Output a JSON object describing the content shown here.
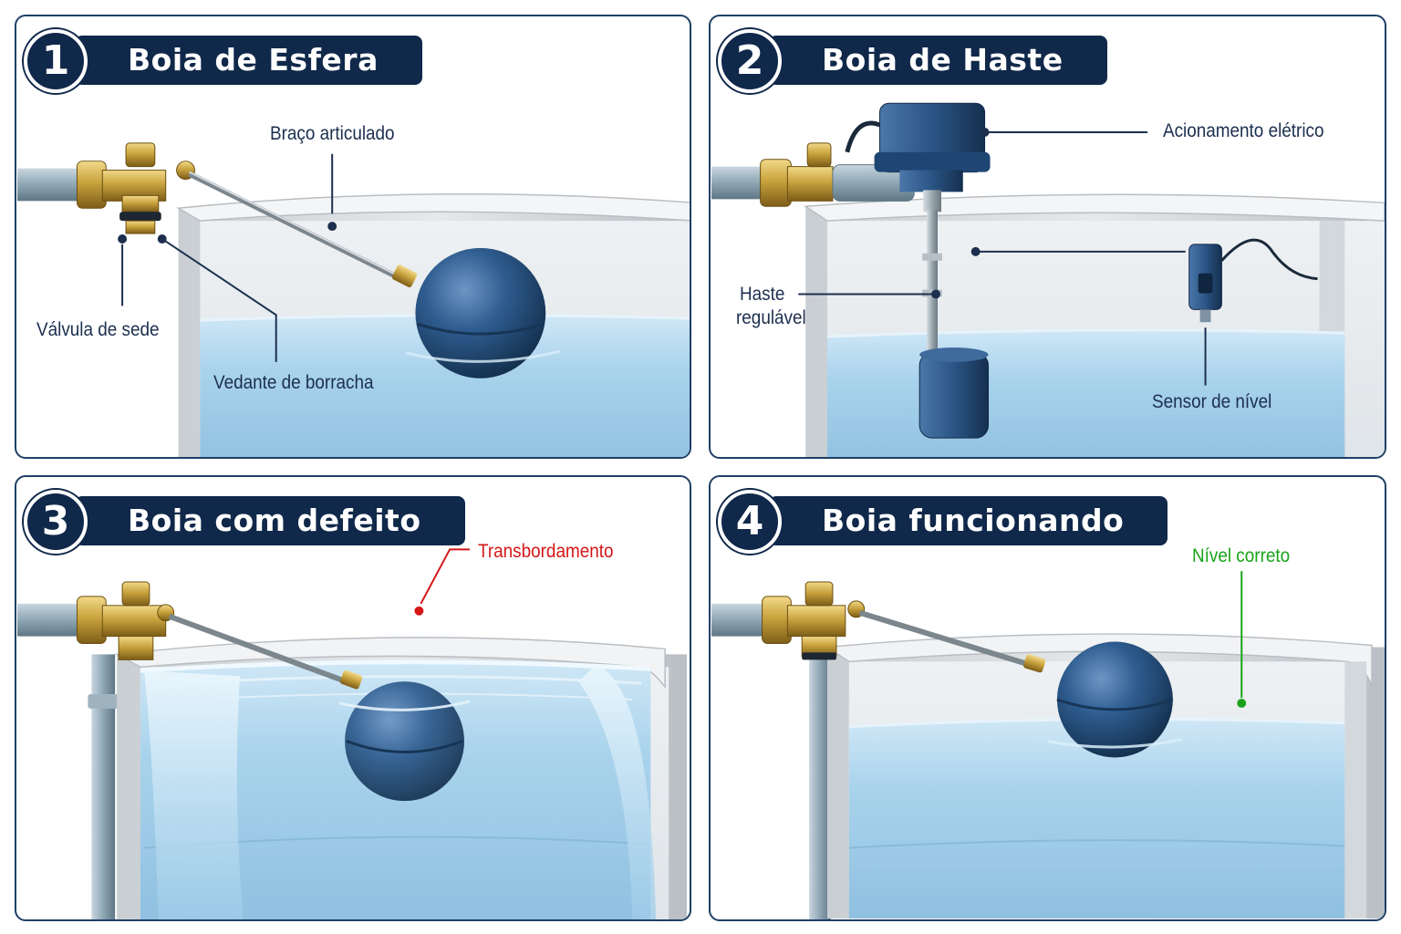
{
  "panels": [
    {
      "number": "1",
      "title": "Boia de Esfera",
      "labels": {
        "arm": "Braço articulado",
        "valve": "Válvula de sede",
        "seal": "Vedante de borracha"
      }
    },
    {
      "number": "2",
      "title": "Boia de Haste",
      "labels": {
        "electric": "Acionamento elétrico",
        "rod_line1": "Haste",
        "rod_line2": "regulável",
        "sensor": "Sensor de nível"
      }
    },
    {
      "number": "3",
      "title": "Boia com defeito",
      "labels": {
        "overflow": "Transbordamento"
      }
    },
    {
      "number": "4",
      "title": "Boia funcionando",
      "labels": {
        "level": "Nível correto"
      }
    }
  ],
  "colors": {
    "header": "#10284a",
    "border": "#1f3f66",
    "water": "#a9d3ec",
    "float": "#2d5a8a",
    "brass": "#c9a33e",
    "pipe": "#8ea6b4",
    "warning": "#d41717",
    "ok": "#1aa31a"
  },
  "icons": [
    "ball-float-icon",
    "rod-float-icon",
    "level-sensor-icon",
    "brass-valve-icon"
  ]
}
